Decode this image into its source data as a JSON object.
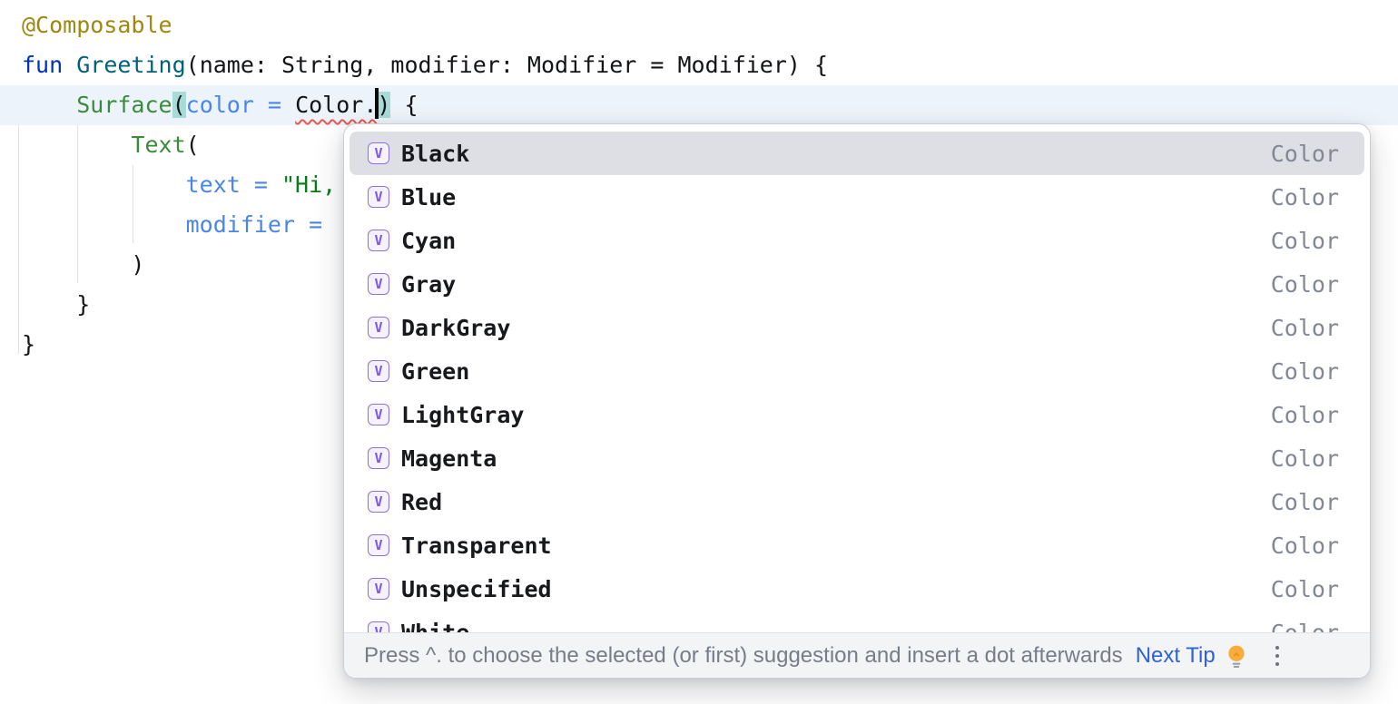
{
  "editor": {
    "code_lines": [
      {
        "caret_line": false,
        "tokens": [
          {
            "text": "@Composable",
            "style": "annotation"
          }
        ]
      },
      {
        "caret_line": false,
        "tokens": [
          {
            "text": "fun",
            "style": "keyword"
          },
          {
            "text": " ",
            "style": "plain"
          },
          {
            "text": "Greeting",
            "style": "function-decl"
          },
          {
            "text": "(name: String, modifier: Modifier = Modifier) {",
            "style": "plain"
          }
        ]
      },
      {
        "caret_line": true,
        "tokens": [
          {
            "text": "    ",
            "style": "plain"
          },
          {
            "text": "Surface",
            "style": "composable-call"
          },
          {
            "text": "(",
            "style": "brace-match"
          },
          {
            "text": "color",
            "style": "named-arg"
          },
          {
            "text": " = ",
            "style": "named-arg"
          },
          {
            "text": "Color.",
            "style": "error"
          },
          {
            "text": "",
            "style": "caret"
          },
          {
            "text": ")",
            "style": "brace-match"
          },
          {
            "text": " {",
            "style": "plain"
          }
        ]
      },
      {
        "caret_line": false,
        "tokens": [
          {
            "text": "        ",
            "style": "plain"
          },
          {
            "text": "Text",
            "style": "composable-call"
          },
          {
            "text": "(",
            "style": "plain"
          }
        ]
      },
      {
        "caret_line": false,
        "tokens": [
          {
            "text": "            ",
            "style": "plain"
          },
          {
            "text": "text = ",
            "style": "named-arg"
          },
          {
            "text": "\"Hi,",
            "style": "string"
          }
        ]
      },
      {
        "caret_line": false,
        "tokens": [
          {
            "text": "            ",
            "style": "plain"
          },
          {
            "text": "modifier = ",
            "style": "named-arg"
          }
        ]
      },
      {
        "caret_line": false,
        "tokens": [
          {
            "text": "        )",
            "style": "plain"
          }
        ]
      },
      {
        "caret_line": false,
        "tokens": [
          {
            "text": "    }",
            "style": "plain"
          }
        ]
      },
      {
        "caret_line": false,
        "tokens": [
          {
            "text": "}",
            "style": "plain"
          }
        ]
      }
    ]
  },
  "completion_popup": {
    "icon_letter": "V",
    "selected_index": 0,
    "items": [
      {
        "label": "Black",
        "type": "Color"
      },
      {
        "label": "Blue",
        "type": "Color"
      },
      {
        "label": "Cyan",
        "type": "Color"
      },
      {
        "label": "Gray",
        "type": "Color"
      },
      {
        "label": "DarkGray",
        "type": "Color"
      },
      {
        "label": "Green",
        "type": "Color"
      },
      {
        "label": "LightGray",
        "type": "Color"
      },
      {
        "label": "Magenta",
        "type": "Color"
      },
      {
        "label": "Red",
        "type": "Color"
      },
      {
        "label": "Transparent",
        "type": "Color"
      },
      {
        "label": "Unspecified",
        "type": "Color"
      },
      {
        "label": "White",
        "type": "Color"
      }
    ],
    "hint_bar": {
      "hint_text": "Press ^. to choose the selected (or first) suggestion and insert a dot afterwards",
      "next_tip_label": "Next Tip"
    }
  },
  "colors": {
    "editor_background": "#FFFFFF",
    "caret_line_background": "#EDF3FA",
    "brace_match_background": "#A7DBD7",
    "annotation": "#9E880D",
    "keyword": "#0033B3",
    "function_declaration": "#00627A",
    "composable_call": "#3A8B3C",
    "named_argument": "#4A86E8",
    "string": "#067D17",
    "error_squiggle": "#E8594F",
    "selection_background": "#DDDFE4",
    "item_icon_purple": "#7C58E0",
    "type_label_gray": "#818795",
    "hint_text_gray": "#767C88",
    "link_blue": "#2E62D9",
    "lightbulb_yellow": "#F7AC3D"
  }
}
